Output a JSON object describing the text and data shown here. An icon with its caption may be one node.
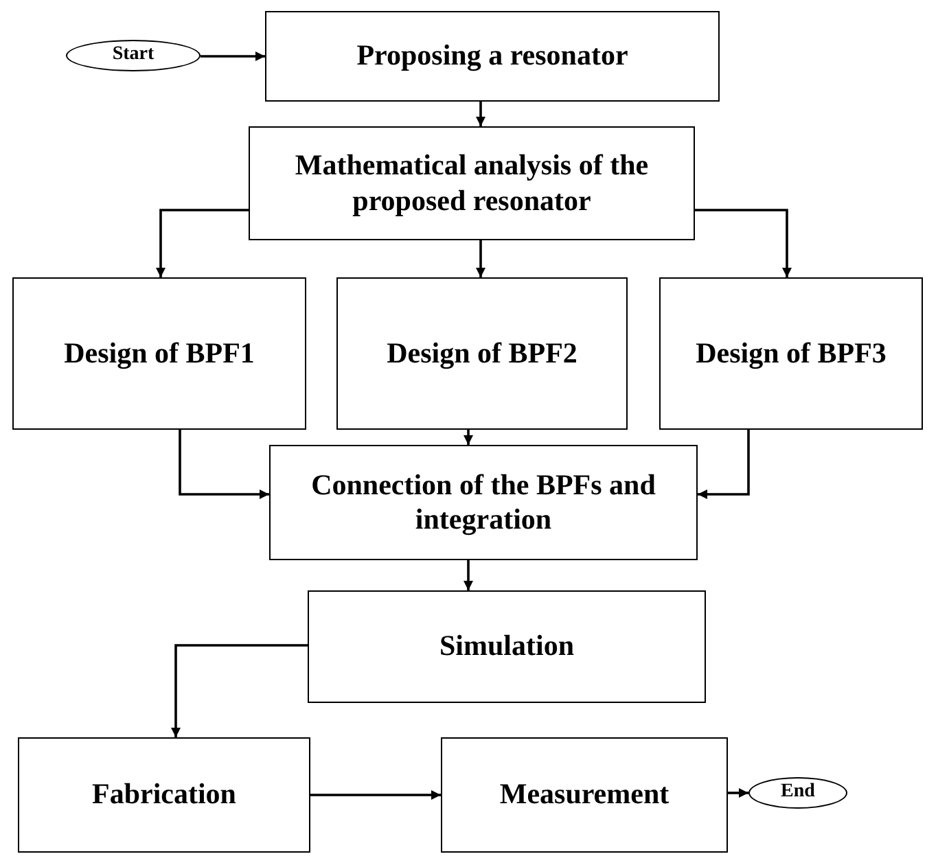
{
  "diagram": {
    "nodes": [
      {
        "text": [
          "Start"
        ]
      },
      {
        "text": [
          "Proposing a resonator"
        ]
      },
      {
        "text": [
          "Mathematical analysis of the proposed resonator"
        ]
      },
      {
        "text": [
          "Design of BPF1"
        ]
      },
      {
        "text": [
          "Design of BPF2"
        ]
      },
      {
        "text": [
          "Design of BPF3"
        ]
      },
      {
        "text": [
          "Connection of the BPFs and integration"
        ]
      },
      {
        "text": [
          "Simulation"
        ]
      },
      {
        "text": [
          "Fabrication"
        ]
      },
      {
        "text": [
          "Measurement"
        ]
      },
      {
        "text": [
          "End"
        ]
      }
    ],
    "edges": [
      {
        "from": 0,
        "to": 1,
        "arrow": "to"
      },
      {
        "from": 1,
        "to": 2,
        "arrow": "to"
      },
      {
        "from": 2,
        "to": 3,
        "arrow": "to"
      },
      {
        "from": 2,
        "to": 4,
        "arrow": "to"
      },
      {
        "from": 2,
        "to": 5,
        "arrow": "to"
      },
      {
        "from": 3,
        "to": 6,
        "arrow": "to"
      },
      {
        "from": 4,
        "to": 6,
        "arrow": "to"
      },
      {
        "from": 5,
        "to": 6,
        "arrow": "to"
      },
      {
        "from": 6,
        "to": 7,
        "arrow": "to"
      },
      {
        "from": 7,
        "to": 8,
        "arrow": "to"
      },
      {
        "from": 8,
        "to": 9,
        "arrow": "to"
      },
      {
        "from": 9,
        "to": 10,
        "arrow": "to"
      }
    ]
  }
}
